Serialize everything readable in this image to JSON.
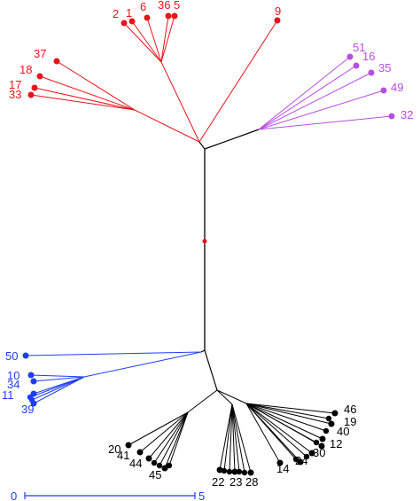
{
  "diagram": {
    "type": "unrooted-phylogenetic-tree",
    "colors": {
      "red": "#e8131b",
      "purple": "#b84ee0",
      "blue": "#1e3df0",
      "black": "#000000"
    },
    "clusters": [
      {
        "id": "red",
        "color": "red",
        "leaves": [
          "2",
          "1",
          "6",
          "36",
          "5",
          "9",
          "37",
          "18",
          "17",
          "33"
        ]
      },
      {
        "id": "purple",
        "color": "purple",
        "leaves": [
          "51",
          "16",
          "35",
          "49",
          "32"
        ]
      },
      {
        "id": "blue",
        "color": "blue",
        "leaves": [
          "50",
          "10",
          "34",
          "11",
          "39"
        ]
      },
      {
        "id": "black",
        "color": "black",
        "leaves": [
          "20",
          "41",
          "44",
          "45",
          "22",
          "23",
          "28",
          "14",
          "46",
          "19",
          "40",
          "24",
          "30",
          "12"
        ]
      }
    ],
    "scale_bar": {
      "start_label": "0",
      "end_label": "5"
    }
  }
}
